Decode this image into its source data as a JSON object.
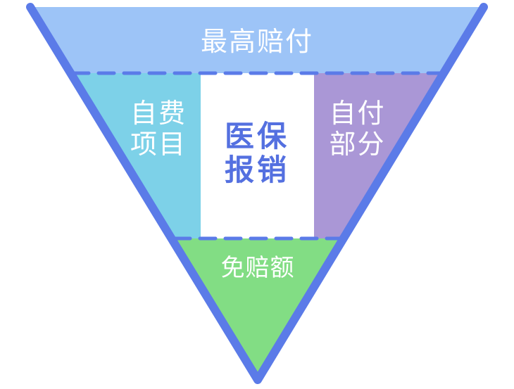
{
  "diagram": {
    "type": "inverted-triangle-insurance-structure",
    "sections": {
      "top": {
        "label": "最高赔付",
        "color": "#9DC4F7"
      },
      "left": {
        "label": "自费\n项目",
        "color": "#7DD1E8"
      },
      "center": {
        "label": "医保\n报销",
        "color": "#FFFFFF",
        "text_color": "#5470E0"
      },
      "right": {
        "label": "自付\n部分",
        "color": "#AA97D6"
      },
      "bottom": {
        "label": "免赔额",
        "color": "#82DD84"
      }
    },
    "border_color": "#5B7BE8",
    "dash_color": "#5B7BE8"
  }
}
